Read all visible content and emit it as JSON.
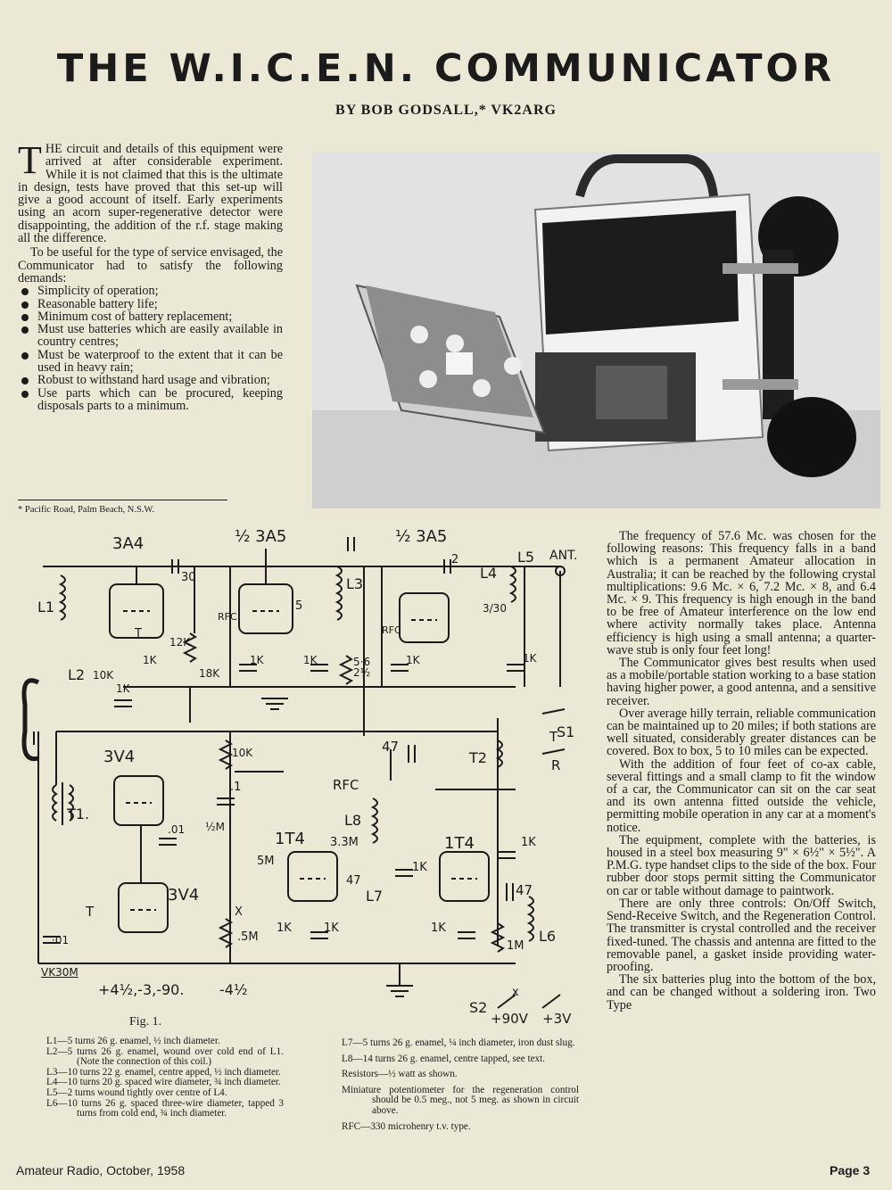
{
  "header": {
    "title": "THE W.I.C.E.N. COMMUNICATOR",
    "byline": "BY BOB GODSALL,* VK2ARG"
  },
  "intro": {
    "dropcap": "T",
    "p1": "HE circuit and details of this equipment were arrived at after considerable experiment. While it is not claimed that this is the ultimate in design, tests have proved that this set-up will give a good account of itself. Early experiments using an acorn super-regenerative detector were disappointing, the addition of the r.f. stage making all the difference.",
    "p2": "To be useful for the type of service envisaged, the Communicator had to satisfy the following demands:",
    "demands": [
      "Simplicity of operation;",
      "Reasonable battery life;",
      "Minimum cost of battery replacement;",
      "Must use batteries which are easily available in country centres;",
      "Must be waterproof to the extent that it can be used in heavy rain;",
      "Robust to withstand hard usage and vibration;",
      "Use parts which can be procured, keeping disposals parts to a minimum."
    ],
    "footnote": "* Pacific Road, Palm Beach, N.S.W."
  },
  "schematic": {
    "labels": {
      "v1": "3A4",
      "v2": "½ 3A5",
      "v3": "½ 3A5",
      "v4": "3V4",
      "v5": "3V4",
      "v6": "1T4",
      "v7": "1T4",
      "l1": "L1",
      "l2": "L2",
      "l3": "L3",
      "l4": "L4",
      "l5": "L5",
      "l6": "L6",
      "l7": "L7",
      "l8": "L8",
      "t1": "T1.",
      "t2": "T2",
      "ant": "ANT.",
      "s1": "S1",
      "s2": "S2",
      "c30": "30",
      "c5": "5",
      "c2": "2",
      "c3_30": "3/30",
      "c47a": "47",
      "c47b": "47",
      "c47c": "47",
      "c1k_a": "1K",
      "c1k_b": "1K",
      "c1k_c": "1K",
      "c1k_d": "1K",
      "c1k_e": "1K",
      "c1k_f": "1K",
      "c1k_g": "1K",
      "c1k_h": "1K",
      "c1k_i": "1K",
      "c1k_j": "1K",
      "c1k_k": "1K",
      "c01a": ".01",
      "c01b": "·01",
      "c1": ".1",
      "r10k_a": "10K",
      "r12k": "12K",
      "r18k": "18K",
      "r10k_b": "10K",
      "r56": "5·6",
      "r2_5": "2½",
      "r1_2m": "½M",
      "r5m": "5M",
      "r05m": ".5M",
      "r33m": "3.3M",
      "r1m": "1M",
      "rfc1": "RFC",
      "rfc2": "RFC",
      "rfc3": "RFC",
      "tap_t": "T",
      "tap_r": "R",
      "tap_t2": "T",
      "tap_t3": "T",
      "x1": "X",
      "x2": "x",
      "vk": "VK30M",
      "supply1": "+4½,-3,-90.",
      "supply2": "-4½",
      "plus90": "+90V",
      "plus3": "+3V"
    },
    "caption": "Fig. 1."
  },
  "coil_notes": [
    "L1—5 turns 26 g. enamel, ½ inch diameter.",
    "L2—5 turns 26 g. enamel, wound over cold end of L1. (Note the connection of this coil.)",
    "L3—10 turns 22 g. enamel, centre apped, ½ inch diameter.",
    "L4—10 turns 20 g. spaced wire diameter, ¾ inch diameter.",
    "L5—2 turns wound tightly over centre of L4.",
    "L6—10 turns 26 g. spaced three-wire diameter, tapped 3 turns from cold end, ¾ inch diameter."
  ],
  "coil_notes_right": [
    "L7—5 turns 26 g. enamel, ¼ inch diameter, iron dust slug.",
    "L8—14 turns 26 g. enamel, centre tapped, see text.",
    "Resistors—½ watt as shown.",
    "Miniature potentiometer for the regeneration control should be 0.5 meg., not 5 meg. as shown in circuit above.",
    "RFC—330 microhenry t.v. type."
  ],
  "right_column": [
    "The frequency of 57.6 Mc. was chosen for the following reasons: This frequency falls in a band which is a permanent Amateur allocation in Australia; it can be reached by the following crystal multiplications: 9.6 Mc. × 6, 7.2 Mc. × 8, and 6.4 Mc. × 9. This frequency is high enough in the band to be free of Amateur interference on the low end where activity normally takes place. Antenna efficiency is high using a small antenna; a quarter-wave stub is only four feet long!",
    "The Communicator gives best results when used as a mobile/portable station working to a base station having higher power, a good antenna, and a sensitive receiver.",
    "Over average hilly terrain, reliable communication can be maintained up to 20 miles; if both stations are well situated, considerably greater distances can be covered. Box to box, 5 to 10 miles can be expected.",
    "With the addition of four feet of co-ax cable, several fittings and a small clamp to fit the window of a car, the Communicator can sit on the car seat and its own antenna fitted outside the vehicle, permitting mobile operation in any car at a moment's notice.",
    "The equipment, complete with the batteries, is housed in a steel box measuring 9\" × 6½\" × 5½\". A P.M.G. type handset clips to the side of the box. Four rubber door stops permit sitting the Communicator on car or table without damage to paintwork.",
    "There are only three controls: On/Off Switch, Send-Receive Switch, and the Regeneration Control. The transmitter is crystal controlled and the receiver fixed-tuned. The chassis and antenna are fitted to the removable panel, a gasket inside providing water-proofing.",
    "The six batteries plug into the bottom of the box, and can be changed without a soldering iron. Two Type"
  ],
  "footer": {
    "left": "Amateur Radio, October, 1958",
    "right": "Page 3"
  }
}
